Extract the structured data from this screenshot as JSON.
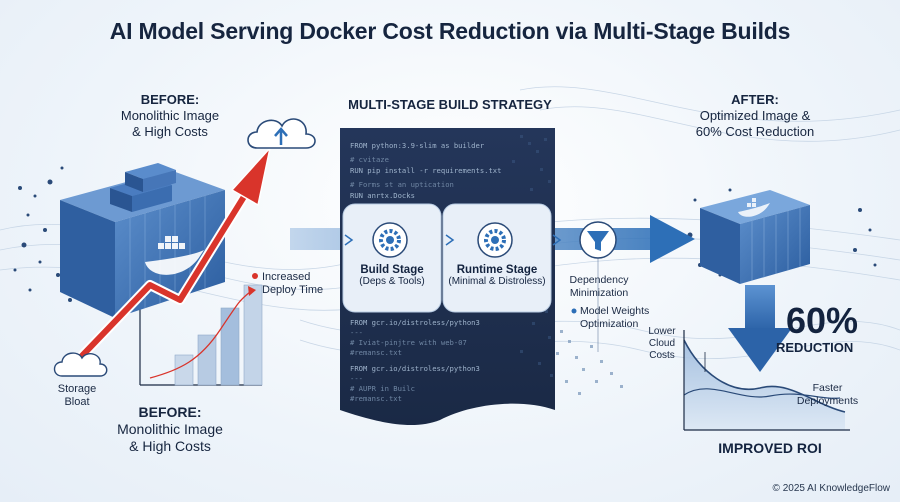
{
  "title": "AI Model Serving Docker Cost Reduction via Multi-Stage Builds",
  "before": {
    "heading": "BEFORE:",
    "line1": "Monolithic Image",
    "line2": "& High Costs",
    "increased_1": "Increased",
    "increased_2": "Deploy Time",
    "storage_1": "Storage",
    "storage_2": "Bloat"
  },
  "strategy": {
    "heading": "MULTI-STAGE BUILD STRATEGY",
    "code_top": [
      "FROM python:3.9-slim as builder",
      "# cvitaze",
      "RUN pip install -r requirements.txt",
      "# Forms st an uptication",
      "RUN anrtx.Docks"
    ],
    "code_bottom": [
      "FROM gcr.io/distroless/python3",
      "---",
      "# Iviat-pinjtre with web-07",
      "#remansc.txt",
      "FROM gcr.io/distroless/python3",
      "---",
      "# AUPR in Builc",
      "#remansc.txt"
    ],
    "build_title": "Build Stage",
    "build_sub": "(Deps & Tools)",
    "runtime_title": "Runtime Stage",
    "runtime_sub": "(Minimal & Distroless)",
    "dep_1": "Dependency",
    "dep_2": "Minimization",
    "weights_1": "Model Weights",
    "weights_2": "Optimization"
  },
  "after": {
    "heading": "AFTER:",
    "line1": "Optimized Image &",
    "line2": "60% Cost Reduction",
    "percent": "60%",
    "reduction": "REDUCTION",
    "lower_1": "Lower",
    "lower_2": "Cloud",
    "lower_3": "Costs",
    "faster_1": "Faster",
    "faster_2": "Deployments",
    "roi": "IMPROVED ROI"
  },
  "copyright": "© 2025 AI KnowledgeFlow",
  "colors": {
    "navy": "#16253f",
    "accent_blue": "#2d6fb7",
    "red": "#d9342b",
    "code_bg": "#1e2e48"
  },
  "icons": [
    "cloud-upload-icon",
    "docker-whale-icon",
    "gear-icon",
    "funnel-icon",
    "container-icon"
  ]
}
